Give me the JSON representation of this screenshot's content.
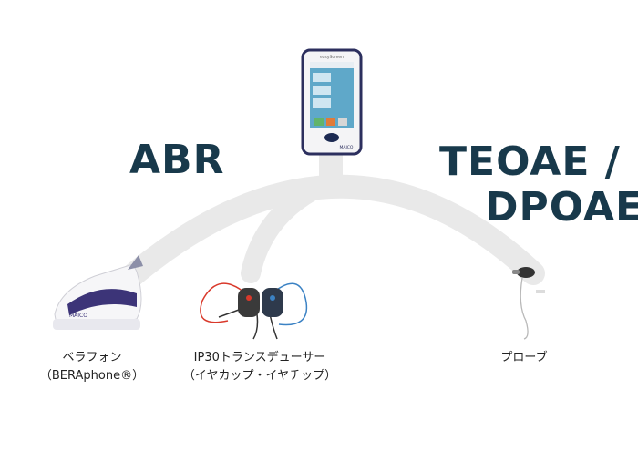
{
  "headings": {
    "abr": "ABR",
    "teoae": "TEOAE /",
    "dpoae": "DPOAE"
  },
  "device": {
    "brand_top": "easyScreen",
    "brand_bottom": "MAICO",
    "menu_items": [
      "",
      "",
      ""
    ]
  },
  "accessories": [
    {
      "line1": "ベラフォン",
      "line2": "（BERAphone®）",
      "brand": "MAICO"
    },
    {
      "line1": "IP30トランスデューサー",
      "line2": "（イヤカップ・イヤチップ）"
    },
    {
      "line1": "プローブ"
    }
  ],
  "colors": {
    "heading": "#18394b",
    "arc": "#e9e9e9",
    "device_frame": "#2c2f5e",
    "screen": "#5fa8c9",
    "bera_purple": "#3c3478",
    "cable_red": "#d9392b",
    "cable_blue": "#3b82c4"
  }
}
